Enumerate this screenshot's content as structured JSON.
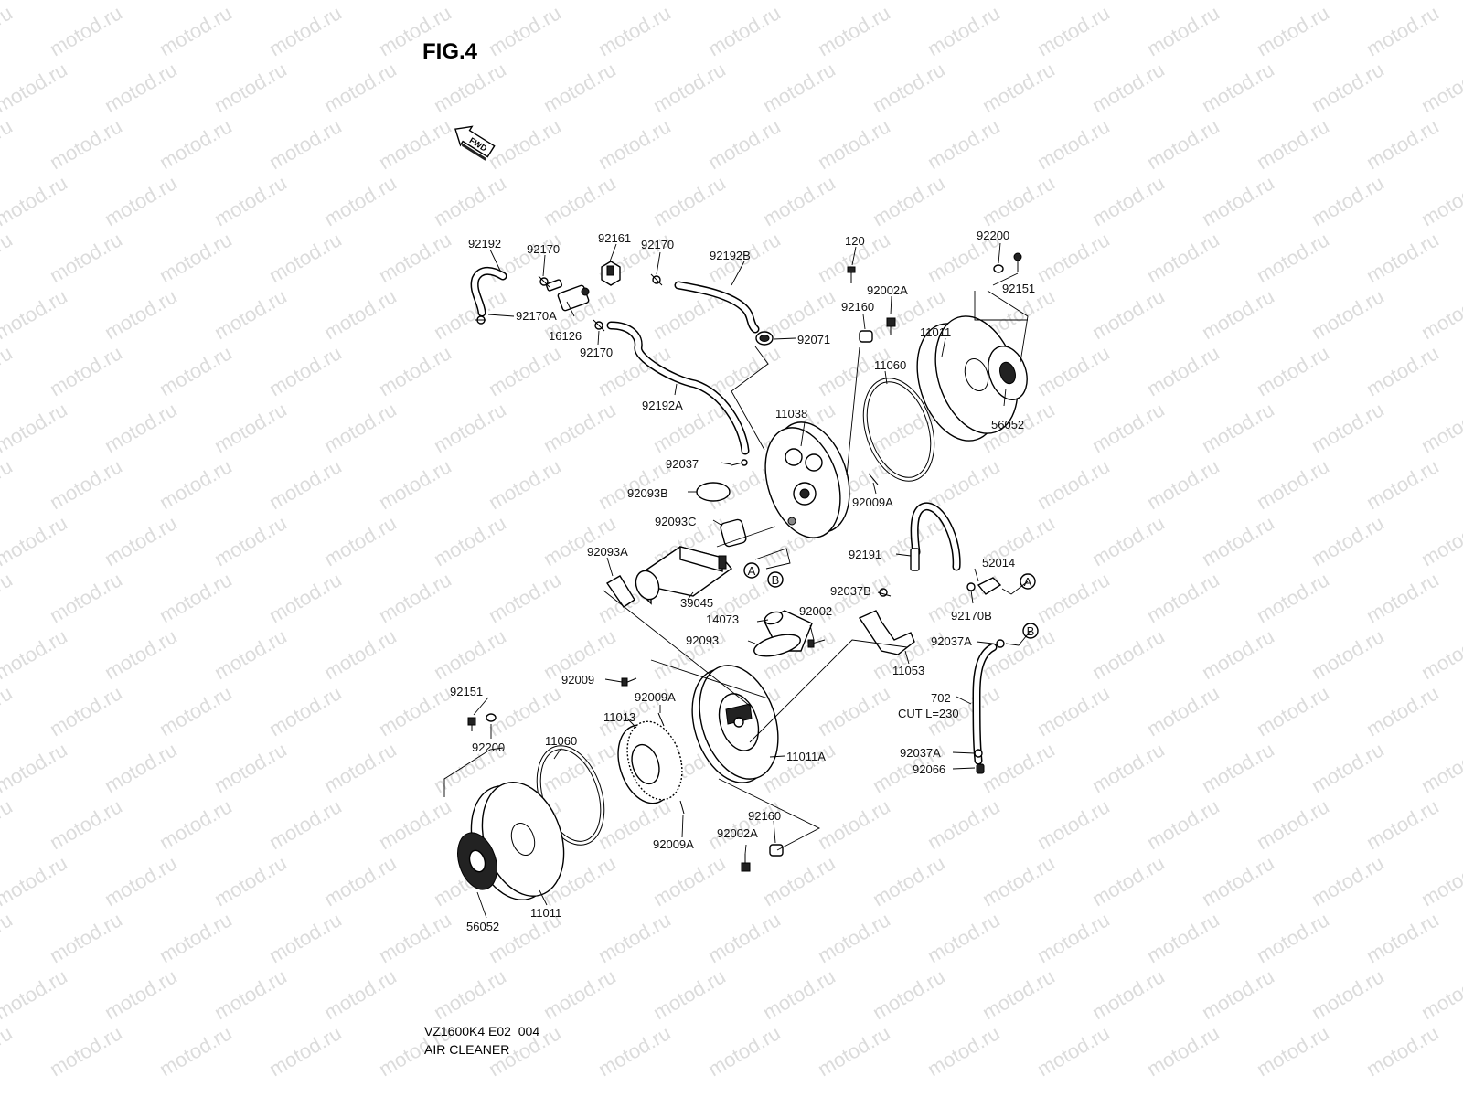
{
  "figure": {
    "title": "FIG.4",
    "fwd_label": "FWD"
  },
  "watermark": "motod.ru",
  "footer": {
    "model_code": "VZ1600K4 E02_004",
    "caption": "AIR CLEANER"
  },
  "callouts": {
    "p92192": "92192",
    "p92170_a": "92170",
    "p92161": "92161",
    "p92170_b": "92170",
    "p92192B": "92192B",
    "p120": "120",
    "p92200_top": "92200",
    "p92151_top": "92151",
    "p92170A": "92170A",
    "p16126": "16126",
    "p92170_c": "92170",
    "p92071": "92071",
    "p92002A_top": "92002A",
    "p92160_top": "92160",
    "p11011_top": "11011",
    "p11060_top": "11060",
    "p56052_top": "56052",
    "p92192A": "92192A",
    "p11038": "11038",
    "p92037": "92037",
    "p92093B": "92093B",
    "p92009A_top": "92009A",
    "p92093C": "92093C",
    "p92093A": "92093A",
    "p39045": "39045",
    "p92191": "92191",
    "p52014": "52014",
    "p92037B": "92037B",
    "p92170B": "92170B",
    "p14073": "14073",
    "p92002": "92002",
    "p92093": "92093",
    "p92037A_top": "92037A",
    "p11053": "11053",
    "p92009": "92009",
    "p702": "702",
    "p702_cut": "CUT L=230",
    "p92151_bot": "92151",
    "p92009A_mid": "92009A",
    "p11013": "11013",
    "p92200_bot": "92200",
    "p11011A": "11011A",
    "p92037A_bot": "92037A",
    "p92066": "92066",
    "p11060_bot": "11060",
    "p92160_bot": "92160",
    "p92009A_bot": "92009A",
    "p92002A_bot": "92002A",
    "p56052_bot": "56052",
    "p11011_bot": "11011"
  },
  "reference_marks": {
    "a": "A",
    "b": "B"
  }
}
